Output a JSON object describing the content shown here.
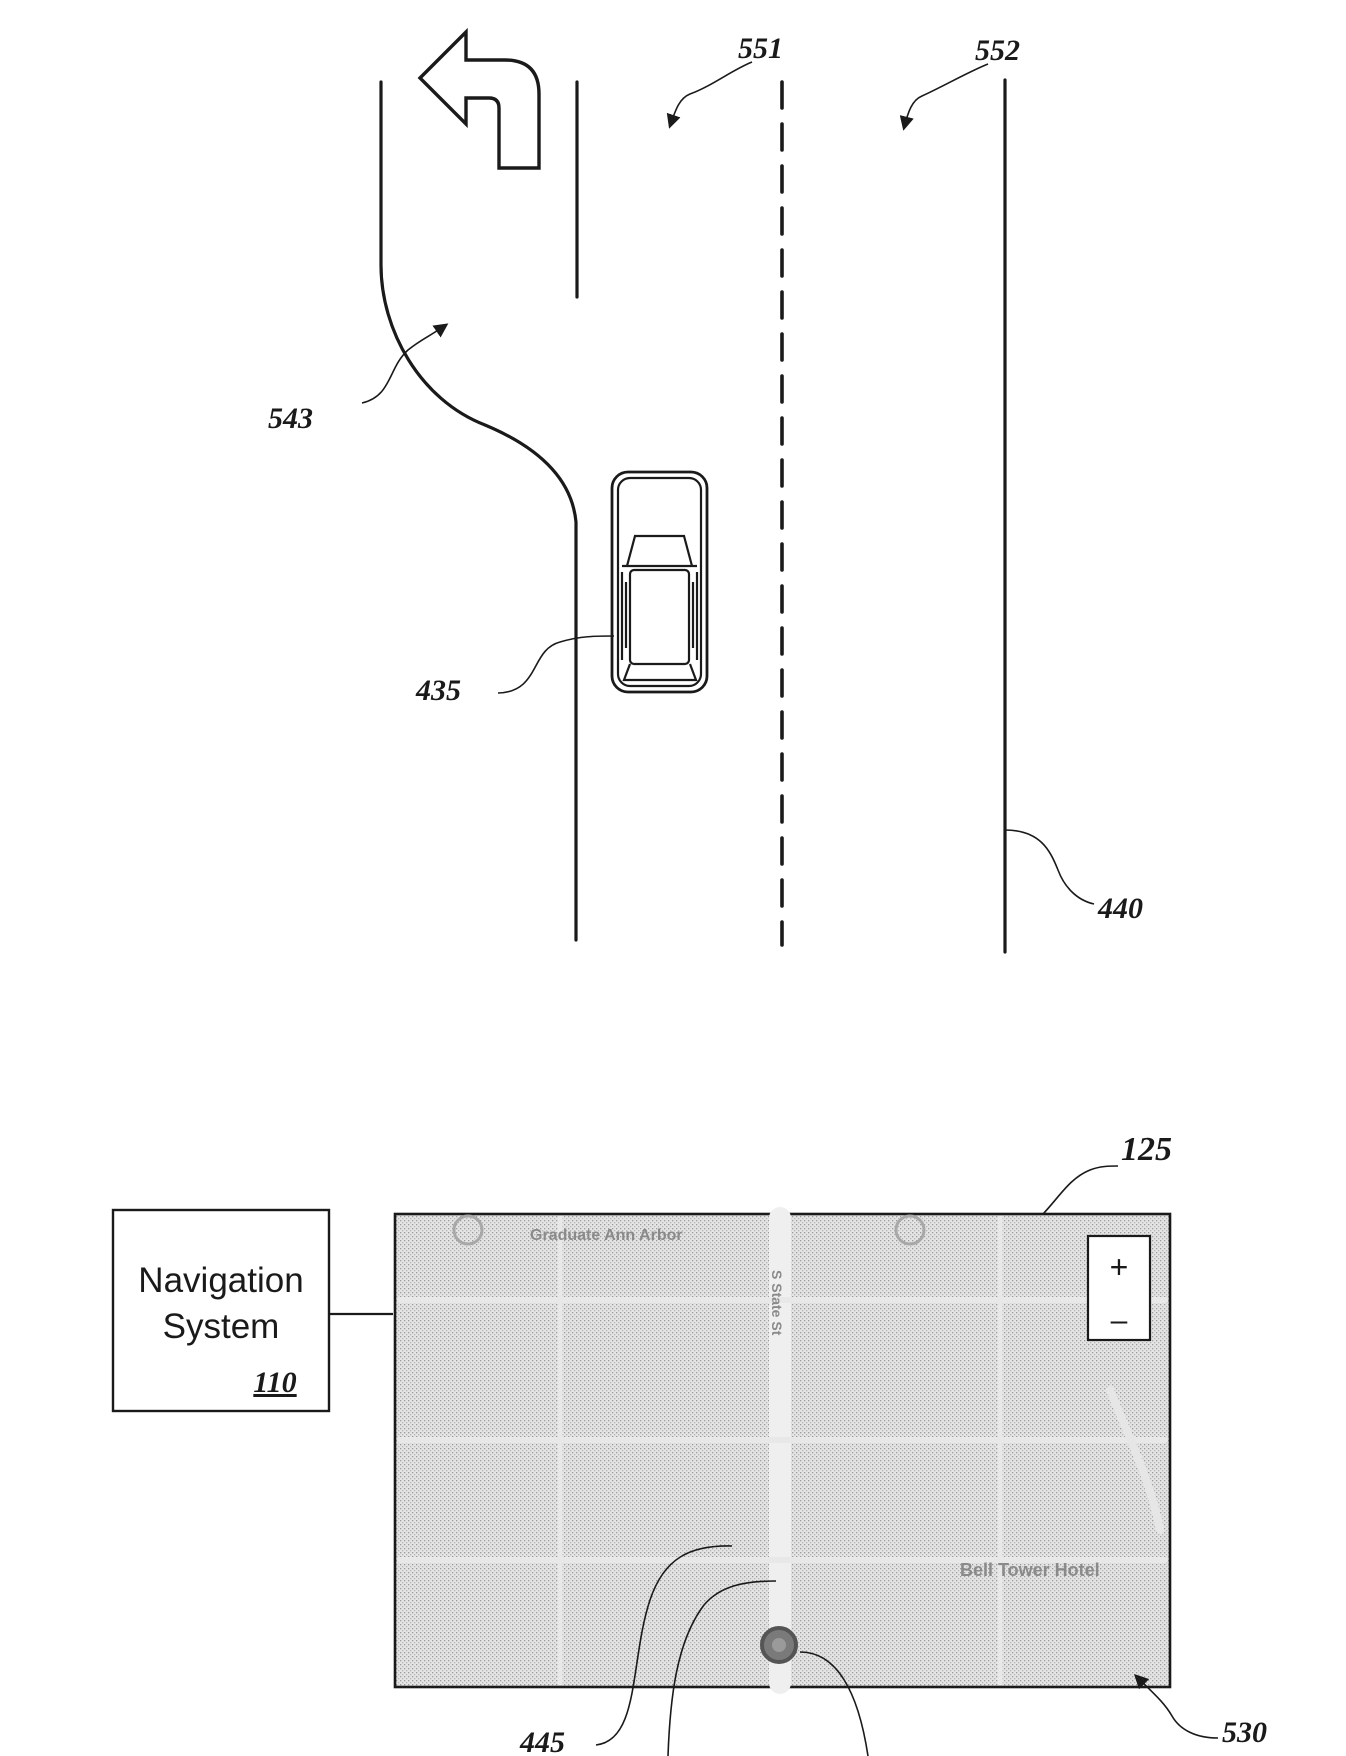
{
  "references": {
    "lane_1": "551",
    "lane_2": "552",
    "turn_lane": "543",
    "vehicle": "435",
    "lane_line": "440",
    "display": "125",
    "map_view": "530",
    "route": "445"
  },
  "navigation_system": {
    "line1": "Navigation",
    "line2": "System",
    "ref": "110"
  },
  "map": {
    "zoom_in": "+",
    "zoom_out": "–",
    "label_top": "Graduate Ann Arbor",
    "label_bottom": "Bell Tower Hotel",
    "street_label": "S State St"
  },
  "colors": {
    "line": "#1a1a1a",
    "map_fill": "#d9d9d9",
    "map_road": "#ededed"
  }
}
